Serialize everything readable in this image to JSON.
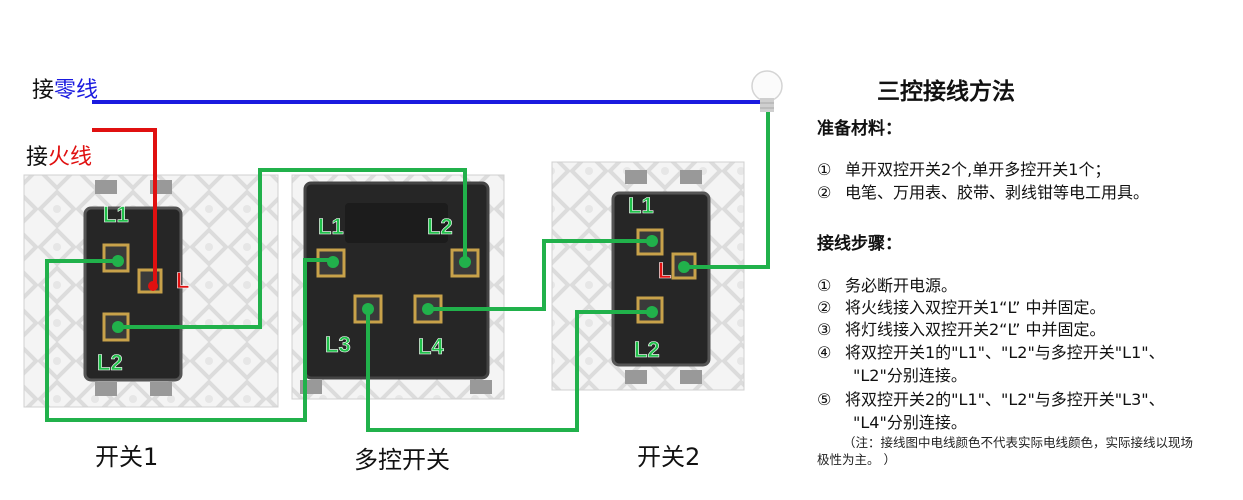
{
  "labels": {
    "neutral_prefix": "接",
    "neutral_suffix": "零线",
    "live_prefix": "接",
    "live_suffix": "火线"
  },
  "switches": {
    "switch1": {
      "caption": "开关1",
      "terminals": [
        "L1",
        "L",
        "L2"
      ]
    },
    "multi": {
      "caption": "多控开关",
      "terminals": [
        "L1",
        "L2",
        "L3",
        "L4"
      ]
    },
    "switch2": {
      "caption": "开关2",
      "terminals": [
        "L1",
        "L",
        "L2"
      ]
    }
  },
  "instructions": {
    "title": "三控接线方法",
    "materials_heading": "准备材料：",
    "materials": [
      {
        "num": "①",
        "text": "单开双控开关2个,单开多控开关1个；"
      },
      {
        "num": "②",
        "text": "电笔、万用表、胶带、剥线钳等电工用具。"
      }
    ],
    "steps_heading": "接线步骤：",
    "steps": [
      {
        "num": "①",
        "text": "务必断开电源。"
      },
      {
        "num": "②",
        "text": "将火线接入双控开关1“L” 中并固定。"
      },
      {
        "num": "③",
        "text": "将灯线接入双控开关2“L” 中并固定。"
      },
      {
        "num": "④",
        "text": "将双控开关1的\"L1\"、\"L2\"与多控开关\"L1\"、",
        "cont": "\"L2\"分别连接。"
      },
      {
        "num": "⑤",
        "text": "将双控开关2的\"L1\"、\"L2\"与多控开关\"L3\"、",
        "cont": "\"L4\"分别连接。"
      }
    ],
    "note_line1": "（注：接线图中电线颜色不代表实际电线颜色，实际接线以现场",
    "note_line2": "极性为主。 ）"
  },
  "colors": {
    "neutral_wire": "#1a1adf",
    "live_wire": "#e01010",
    "connection_wire": "#21b14b",
    "terminal_label": "#21c14b",
    "switch_body": "#2a2a2a",
    "terminal_metal": "#c8a24a"
  },
  "icons": [
    "light-bulb-icon"
  ]
}
